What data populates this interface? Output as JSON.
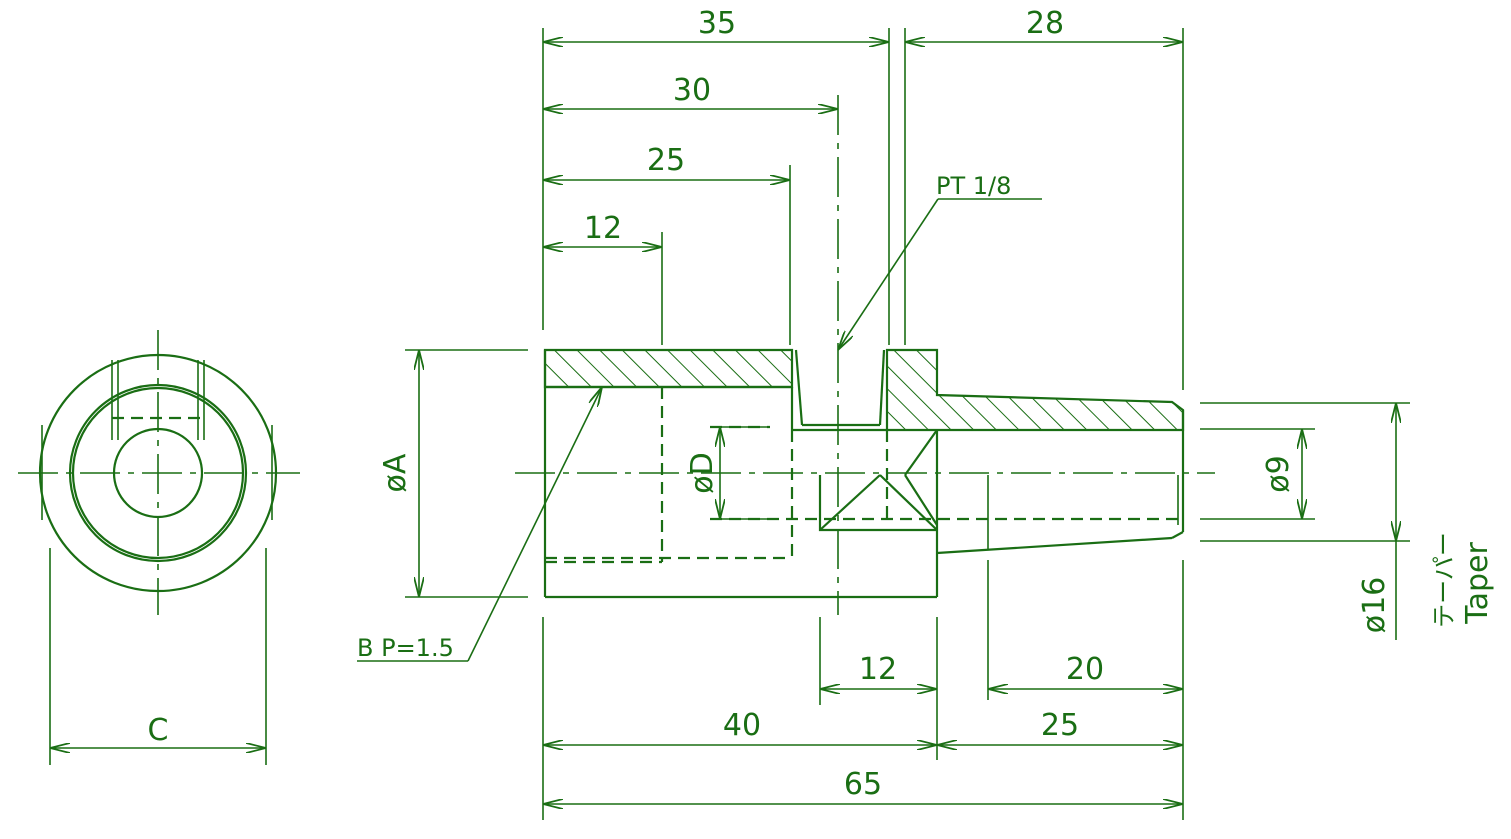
{
  "dimensions": {
    "d35": "35",
    "d28": "28",
    "d30": "30",
    "d25_top": "25",
    "d12_top": "12",
    "d12_bottom": "12",
    "d20": "20",
    "d40": "40",
    "d25_bottom": "25",
    "d65": "65",
    "c": "C"
  },
  "diameters": {
    "a": "øA",
    "d": "øD",
    "d9": "ø9",
    "d16": "ø16"
  },
  "annotations": {
    "pt": "PT 1/8",
    "bp": "B P=1.5",
    "taper_jp": "テーパー",
    "taper_en": "Taper"
  },
  "colors": {
    "line": "#1a6e14",
    "background": "#ffffff"
  }
}
